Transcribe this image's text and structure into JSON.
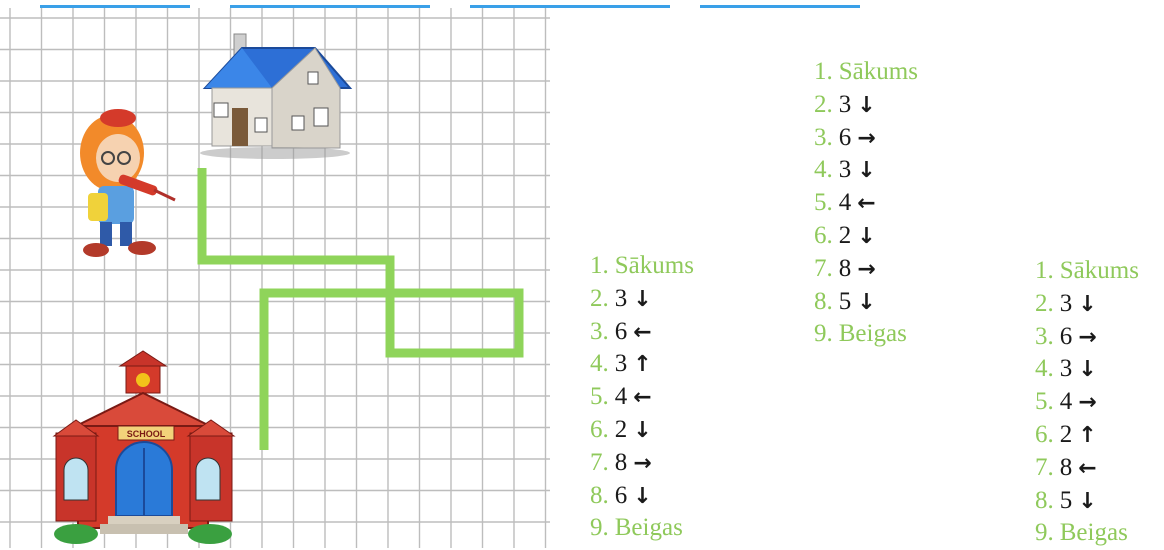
{
  "colors": {
    "path": "#8fd45a",
    "label": "#8fc95b",
    "grid": "#bdbdbd",
    "text": "#1a1a1a"
  },
  "school_sign": "SCHOOL",
  "lists": [
    {
      "id": "list-a",
      "items": [
        {
          "n": "1.",
          "text": "Sākums"
        },
        {
          "n": "2.",
          "value": "3",
          "dir": "down"
        },
        {
          "n": "3.",
          "value": "6",
          "dir": "left"
        },
        {
          "n": "4.",
          "value": "3",
          "dir": "up"
        },
        {
          "n": "5.",
          "value": "4",
          "dir": "left"
        },
        {
          "n": "6.",
          "value": "2",
          "dir": "down"
        },
        {
          "n": "7.",
          "value": "8",
          "dir": "right"
        },
        {
          "n": "8.",
          "value": "6",
          "dir": "down"
        },
        {
          "n": "9.",
          "text": "Beigas"
        }
      ]
    },
    {
      "id": "list-b",
      "items": [
        {
          "n": "1.",
          "text": "Sākums"
        },
        {
          "n": "2.",
          "value": "3",
          "dir": "down"
        },
        {
          "n": "3.",
          "value": "6",
          "dir": "right"
        },
        {
          "n": "4.",
          "value": "3",
          "dir": "down"
        },
        {
          "n": "5.",
          "value": "4",
          "dir": "left"
        },
        {
          "n": "6.",
          "value": "2",
          "dir": "down"
        },
        {
          "n": "7.",
          "value": "8",
          "dir": "right"
        },
        {
          "n": "8.",
          "value": "5",
          "dir": "down"
        },
        {
          "n": "9.",
          "text": "Beigas"
        }
      ]
    },
    {
      "id": "list-c",
      "items": [
        {
          "n": "1.",
          "text": "Sākums"
        },
        {
          "n": "2.",
          "value": "3",
          "dir": "down"
        },
        {
          "n": "3.",
          "value": "6",
          "dir": "right"
        },
        {
          "n": "4.",
          "value": "3",
          "dir": "down"
        },
        {
          "n": "5.",
          "value": "4",
          "dir": "right"
        },
        {
          "n": "6.",
          "value": "2",
          "dir": "up"
        },
        {
          "n": "7.",
          "value": "8",
          "dir": "left"
        },
        {
          "n": "8.",
          "value": "5",
          "dir": "down"
        },
        {
          "n": "9.",
          "text": "Beigas"
        }
      ]
    }
  ]
}
